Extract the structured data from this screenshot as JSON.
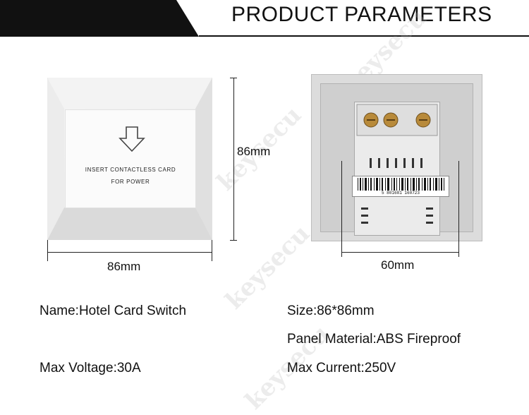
{
  "header": {
    "title": "PRODUCT PARAMETERS"
  },
  "watermark": {
    "text": "keysecu"
  },
  "front_panel": {
    "card_line1": "INSERT CONTACTLESS CARD",
    "card_line2": "FOR POWER"
  },
  "back_panel": {
    "barcode_number": "5 801681 160723"
  },
  "dimensions": {
    "front_height": "86mm",
    "front_width": "86mm",
    "back_width": "60mm"
  },
  "specs": {
    "name": "Name:Hotel Card Switch",
    "size": "Size:86*86mm",
    "material": "Panel Material:ABS Fireproof",
    "voltage": "Max Voltage:30A",
    "current": "Max Current:250V"
  }
}
